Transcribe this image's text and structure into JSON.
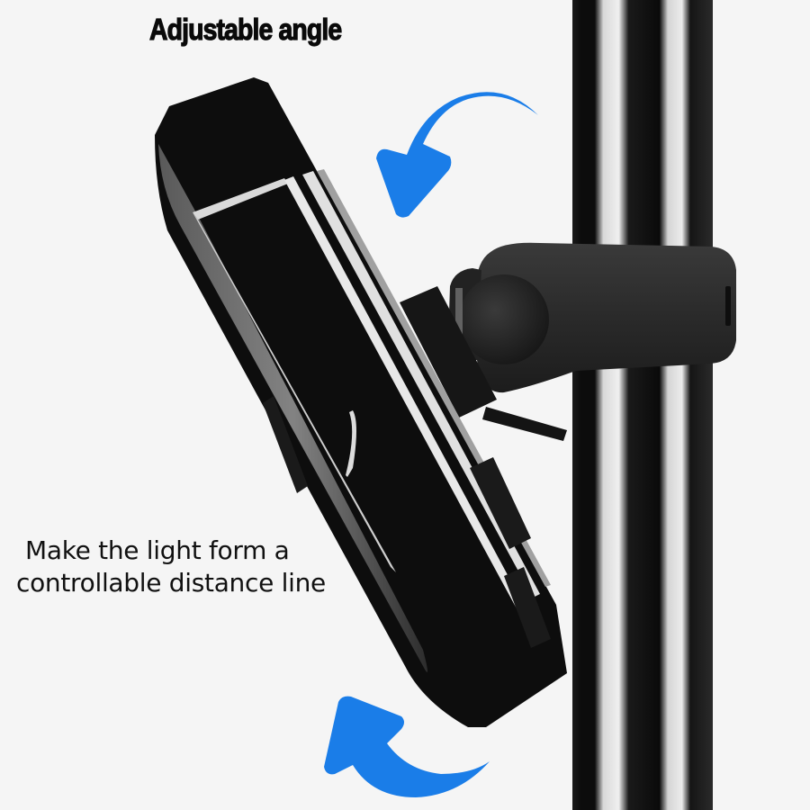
{
  "title": "Adjustable angle",
  "caption": {
    "line1": "Make the light form a",
    "line2": "controllable distance line"
  },
  "colors": {
    "background": "#f5f5f5",
    "arrow": "#1a7de8",
    "light_body": "#0d0d0d",
    "clamp": "#2b2b2b",
    "pole_dark": "#111111",
    "pole_highlight": "#e6e6e6"
  },
  "icons": {
    "top_arrow": "curved-arrow-rotate-counterclockwise",
    "bottom_arrow": "curved-arrow-rotate-clockwise"
  }
}
